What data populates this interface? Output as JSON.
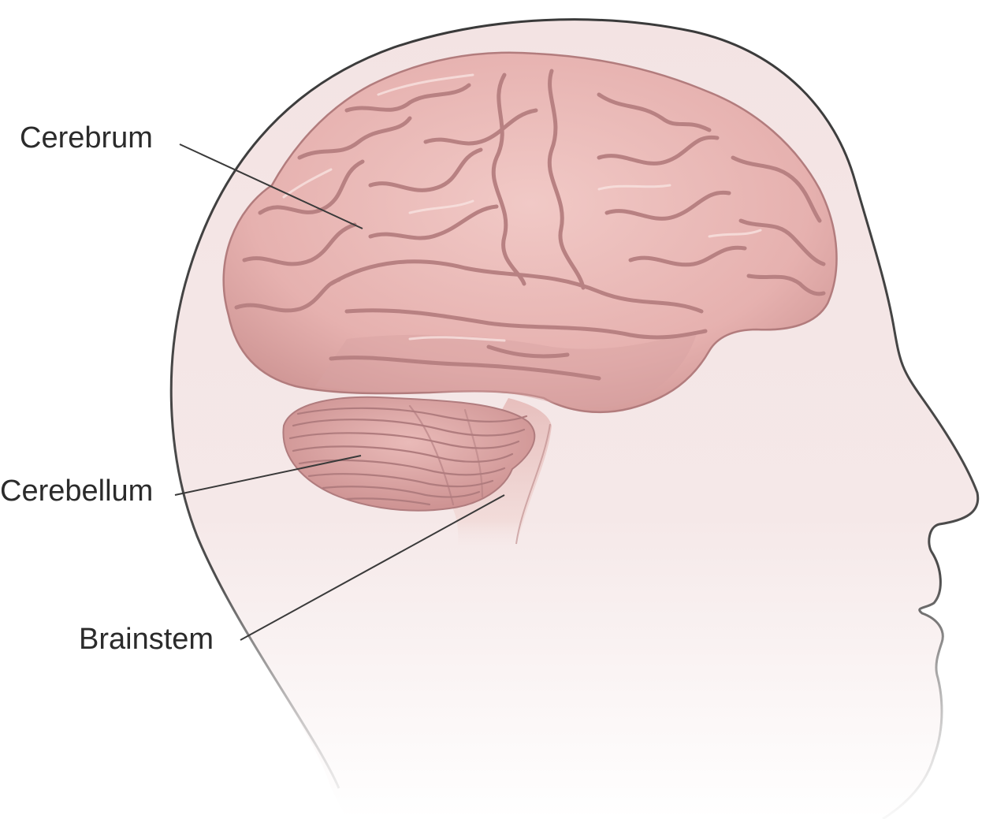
{
  "labels": {
    "cerebrum": "Cerebrum",
    "cerebellum": "Cerebellum",
    "brainstem": "Brainstem"
  },
  "colors": {
    "head_fill": "#f2e3e3",
    "head_outline": "#3a3a3a",
    "brain_fill": "#e9b9b7",
    "brain_shadow": "#c98f8f",
    "cerebellum_fill": "#dfaaa9",
    "brainstem_fill": "#efcfcc",
    "label_text": "#2b2b2b"
  }
}
